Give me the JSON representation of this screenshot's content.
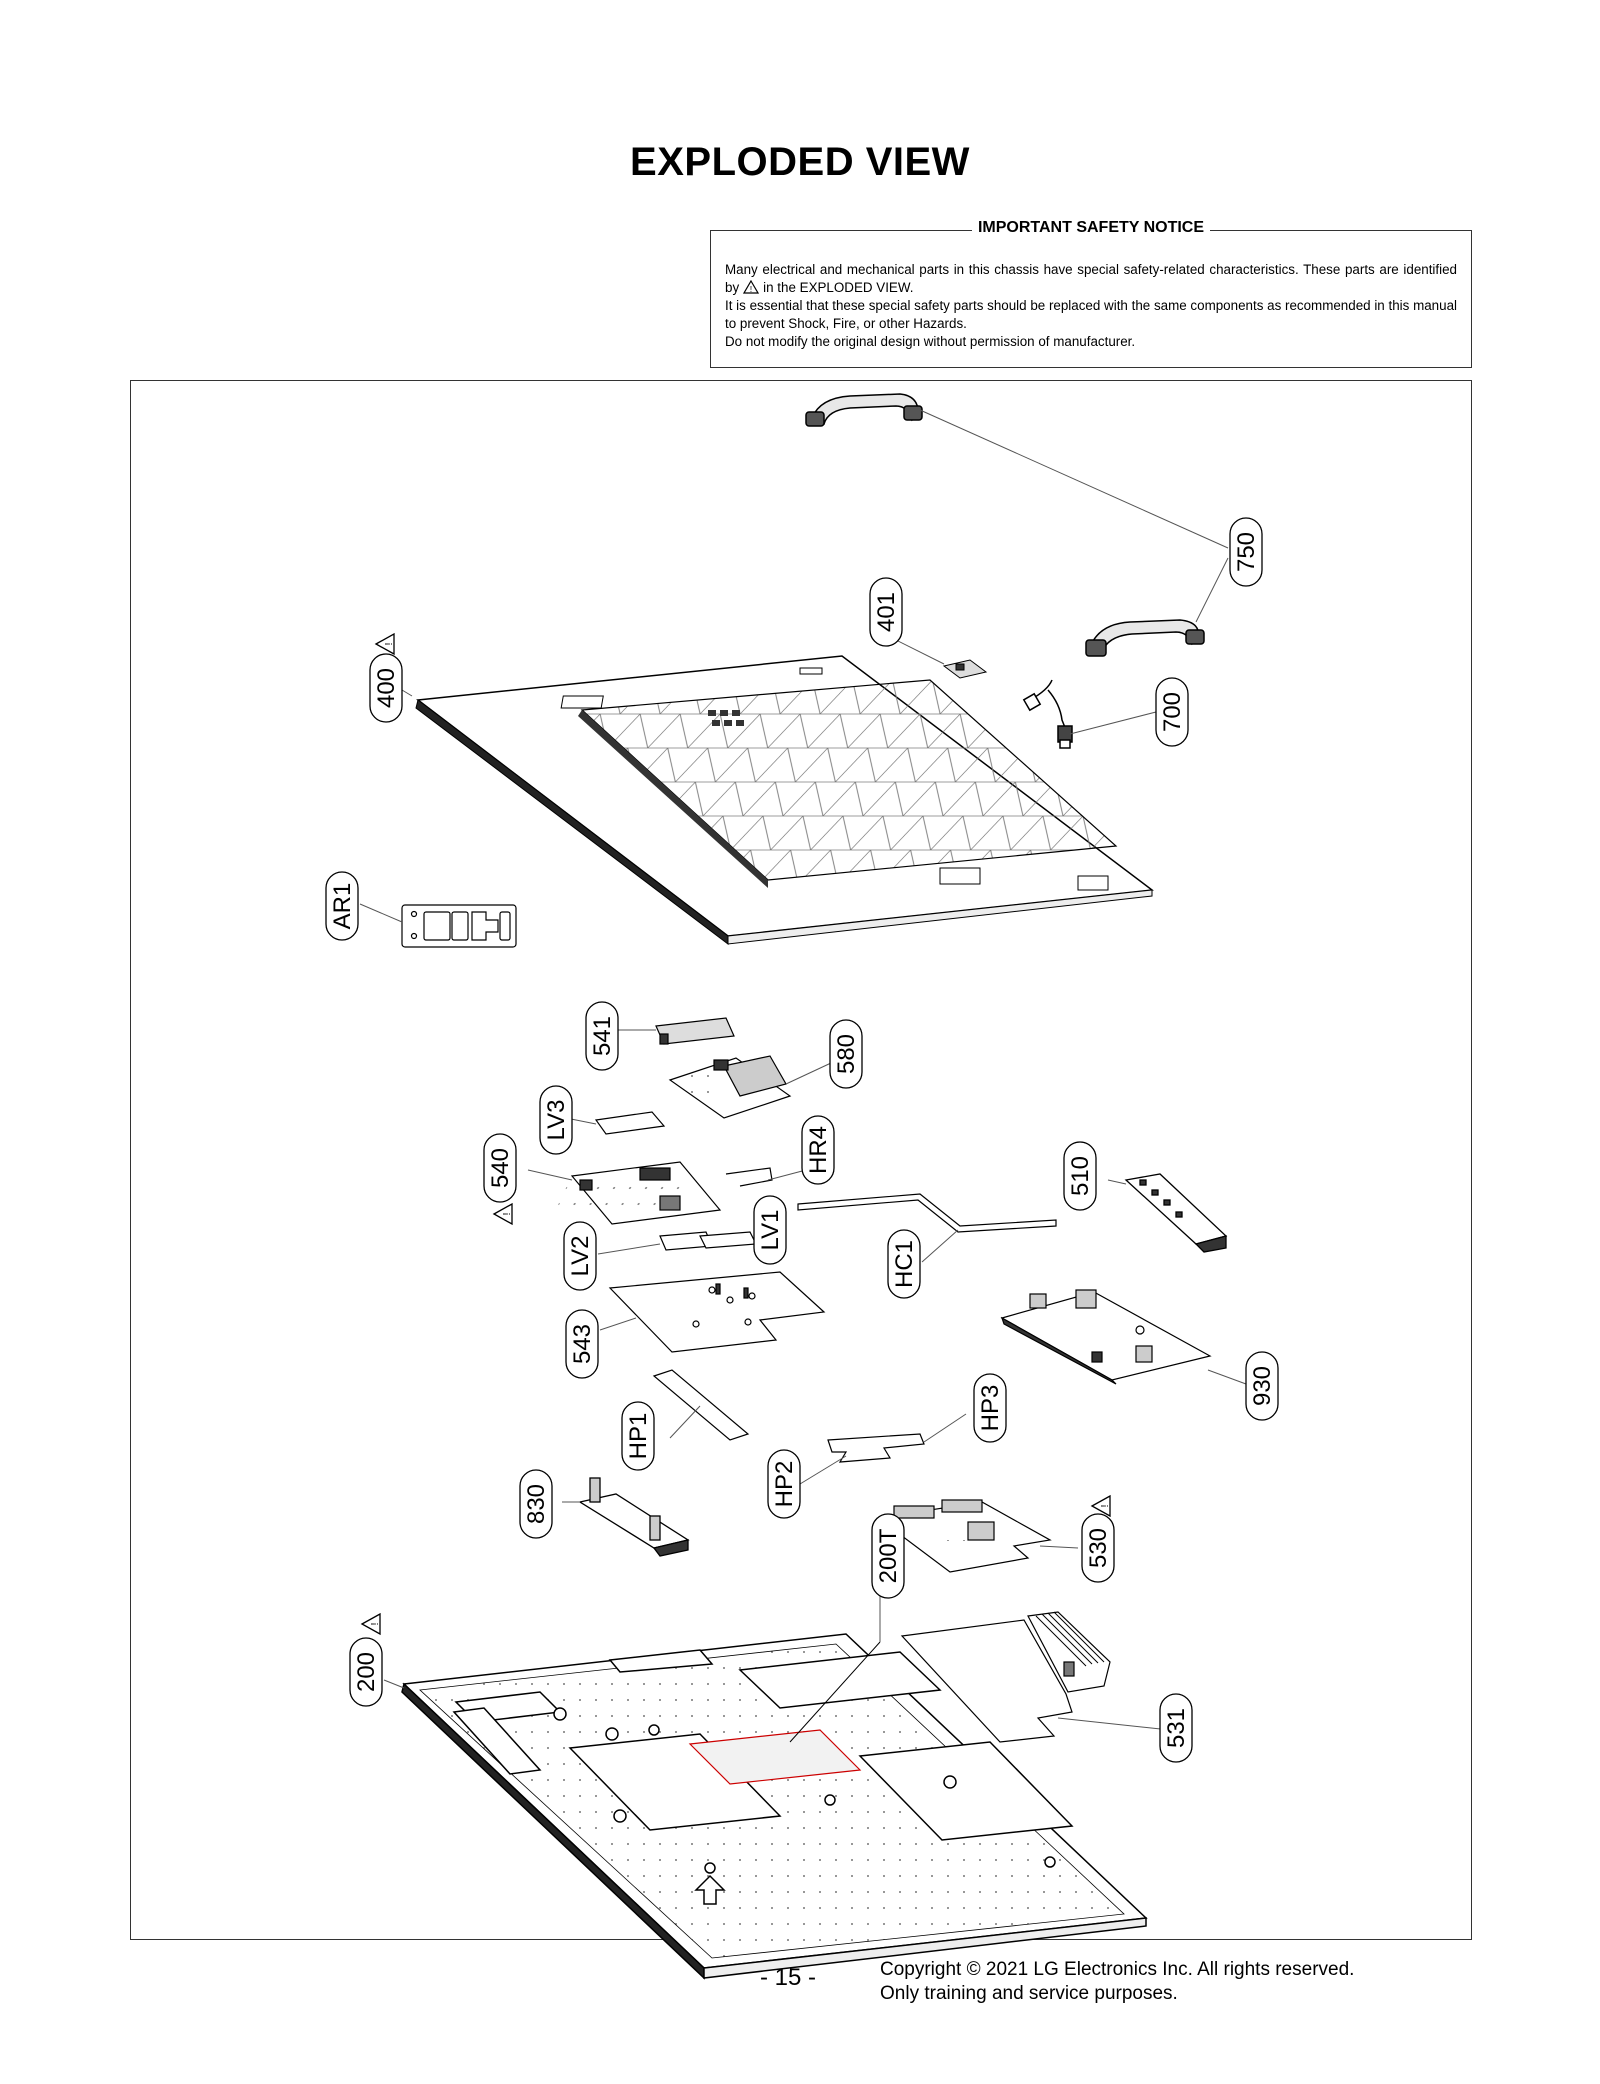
{
  "title": "EXPLODED VIEW",
  "notice": {
    "title": "IMPORTANT SAFETY NOTICE",
    "line1_a": "Many electrical and mechanical parts in this chassis have special safety-related characteristics. These parts are identified by",
    "line1_b": "in the EXPLODED VIEW.",
    "line2": "It is essential that these special safety parts should be replaced with the same components as recommended in this manual to prevent Shock, Fire, or other Hazards.",
    "line3": "Do not modify the original design without permission of manufacturer."
  },
  "parts": {
    "p750": "750",
    "p401": "401",
    "p400": "400",
    "p700": "700",
    "pAR1": "AR1",
    "p541": "541",
    "p580": "580",
    "pLV3": "LV3",
    "pHR4": "HR4",
    "p540": "540",
    "p510": "510",
    "pLV2": "LV2",
    "pLV1": "LV1",
    "pHC1": "HC1",
    "p543": "543",
    "p930": "930",
    "pHP1": "HP1",
    "pHP3": "HP3",
    "p830": "830",
    "pHP2": "HP2",
    "p530": "530",
    "p200T": "200T",
    "p200": "200",
    "p531": "531"
  },
  "safety_marked_parts": [
    "400",
    "540",
    "530",
    "200"
  ],
  "icons": [
    "warning-triangle-icon"
  ],
  "footer": {
    "page_number": "- 15 -",
    "copyright_line1": "Copyright © 2021 LG Electronics Inc. All rights reserved.",
    "copyright_line2": "Only training and service purposes."
  }
}
